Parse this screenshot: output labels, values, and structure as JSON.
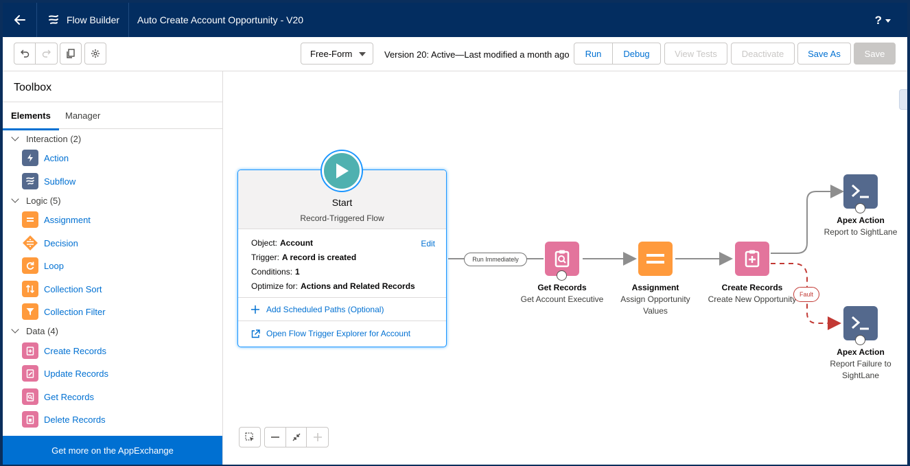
{
  "header": {
    "app_name": "Flow Builder",
    "flow_title": "Auto Create Account Opportunity - V20",
    "help_label": "?"
  },
  "toolbar": {
    "layout_mode": "Free-Form",
    "version_status": "Version 20: Active—Last modified a month ago",
    "buttons": {
      "run": "Run",
      "debug": "Debug",
      "view_tests": "View Tests",
      "deactivate": "Deactivate",
      "save_as": "Save As",
      "save": "Save"
    }
  },
  "toolbox": {
    "title": "Toolbox",
    "tabs": [
      "Elements",
      "Manager"
    ],
    "sections": [
      {
        "label": "Interaction (2)",
        "items": [
          "Action",
          "Subflow"
        ]
      },
      {
        "label": "Logic (5)",
        "items": [
          "Assignment",
          "Decision",
          "Loop",
          "Collection Sort",
          "Collection Filter"
        ]
      },
      {
        "label": "Data (4)",
        "items": [
          "Create Records",
          "Update Records",
          "Get Records",
          "Delete Records"
        ]
      }
    ],
    "appexchange": "Get more on the AppExchange"
  },
  "canvas": {
    "start": {
      "title": "Start",
      "subtitle": "Record-Triggered Flow",
      "object_label": "Object:",
      "object_value": "Account",
      "trigger_label": "Trigger:",
      "trigger_value": "A record is created",
      "conditions_label": "Conditions:",
      "conditions_value": "1",
      "optimize_label": "Optimize for:",
      "optimize_value": "Actions and Related Records",
      "edit": "Edit",
      "add_paths": "Add Scheduled Paths (Optional)",
      "open_explorer": "Open Flow Trigger Explorer for Account"
    },
    "connector_label": "Run Immediately",
    "fault_label": "Fault",
    "nodes": [
      {
        "type": "Get Records",
        "name": "Get Account Executive",
        "color": "#e3749c"
      },
      {
        "type": "Assignment",
        "name": "Assign Opportunity Values",
        "color": "#ff9a3c"
      },
      {
        "type": "Create Records",
        "name": "Create New Opportunity",
        "color": "#e3749c"
      },
      {
        "type": "Apex Action",
        "name": "Report to SightLane",
        "color": "#54698d"
      },
      {
        "type": "Apex Action",
        "name": "Report Failure to SightLane",
        "color": "#54698d"
      }
    ]
  },
  "colors": {
    "header_bg": "#032d60",
    "accent": "#0070d2",
    "data_pink": "#e3749c",
    "logic_orange": "#ff9a3c",
    "interaction_slate": "#54698d",
    "fault_red": "#c23934"
  }
}
